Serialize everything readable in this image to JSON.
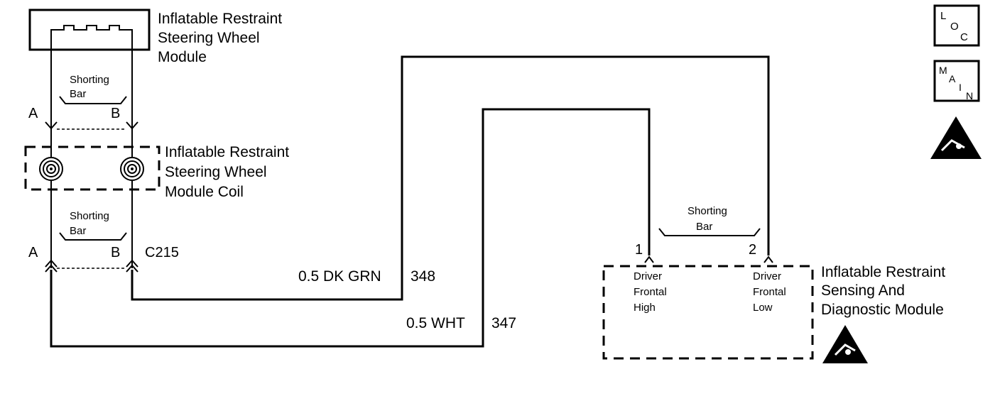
{
  "components": {
    "steering_module": {
      "label_lines": [
        "Inflatable Restraint",
        "Steering Wheel",
        "Module"
      ]
    },
    "module_coil": {
      "label_lines": [
        "Inflatable Restraint",
        "Steering Wheel",
        "Module Coil"
      ]
    },
    "sdm": {
      "label_lines": [
        "Inflatable Restraint",
        "Sensing And",
        "Diagnostic Module"
      ]
    }
  },
  "shorting_bars": [
    {
      "lines": [
        "Shorting",
        "Bar"
      ]
    },
    {
      "lines": [
        "Shorting",
        "Bar"
      ]
    },
    {
      "lines": [
        "Shorting",
        "Bar"
      ]
    }
  ],
  "connectors": {
    "upper": {
      "pin_a": "A",
      "pin_b": "B"
    },
    "c215": {
      "pin_a": "A",
      "pin_b": "B",
      "name": "C215"
    },
    "sdm": {
      "pin_1": "1",
      "pin_2": "2",
      "pin_1_desc": [
        "Driver",
        "Frontal",
        "High"
      ],
      "pin_2_desc": [
        "Driver",
        "Frontal",
        "Low"
      ]
    }
  },
  "wires": [
    {
      "gauge_color": "0.5 DK GRN",
      "circuit": "348"
    },
    {
      "gauge_color": "0.5 WHT",
      "circuit": "347"
    }
  ],
  "side_icons": {
    "loc": {
      "chars": [
        "L",
        "O",
        "C"
      ]
    },
    "main": {
      "chars": [
        "M",
        "A",
        "I",
        "N"
      ]
    },
    "esd_icon": "esd-warning-icon"
  }
}
